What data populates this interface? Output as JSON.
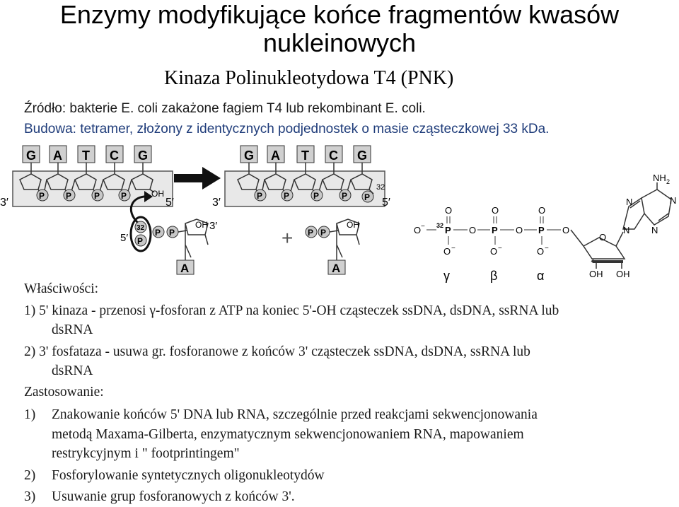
{
  "title": {
    "line1": "Enzymy modyfikujące końce fragmentów kwasów",
    "line2": "nukleinowych"
  },
  "subtitle": "Kinaza Polinukleotydowa T4 (PNK)",
  "source_line": "Źródło: bakterie E. coli zakażone fagiem T4 lub rekombinant E. coli.",
  "structure_line": "Budowa: tetramer, złożony z identycznych podjednostek o masie cząsteczkowej 33 kDa.",
  "diagram": {
    "bases": [
      "G",
      "A",
      "T",
      "C",
      "G"
    ],
    "phosphate": "P",
    "end3": "3′",
    "end5": "5′",
    "oh": "OH",
    "label32": "32",
    "adenine": "A",
    "plus": "+",
    "label3prime": "3′",
    "label5prime": "5′"
  },
  "atp": {
    "o": "O",
    "o_minus": "O",
    "minus": "−",
    "p": "P",
    "p32": "32",
    "nh2": "NH",
    "nh2_sub": "2",
    "n": "N",
    "oh": "OH",
    "gamma": "γ",
    "beta": "β",
    "alpha": "α"
  },
  "properties_heading": "Właściwości:",
  "properties": [
    {
      "line1": "1) 5' kinaza - przenosi γ-fosforan z ATP na koniec 5'-OH cząsteczek ssDNA, dsDNA, ssRNA lub",
      "line2": "dsRNA"
    },
    {
      "line1": "2) 3' fosfataza - usuwa gr. fosforanowe z końców 3' cząsteczek ssDNA, dsDNA, ssRNA lub",
      "line2": "dsRNA"
    }
  ],
  "uses_heading": "Zastosowanie:",
  "uses": [
    {
      "num": "1)",
      "lines": [
        "Znakowanie końców 5' DNA lub RNA, szczególnie przed reakcjami  sekwencjonowania",
        "metodą Maxama-Gilberta, enzymatycznym sekwencjonowaniem RNA, mapowaniem",
        "restrykcyjnym i \" footprintingem\""
      ]
    },
    {
      "num": "2)",
      "lines": [
        "Fosforylowanie syntetycznych oligonukleotydów"
      ]
    },
    {
      "num": "3)",
      "lines": [
        "Usuwanie grup fosforanowych z końców 3'."
      ]
    }
  ]
}
